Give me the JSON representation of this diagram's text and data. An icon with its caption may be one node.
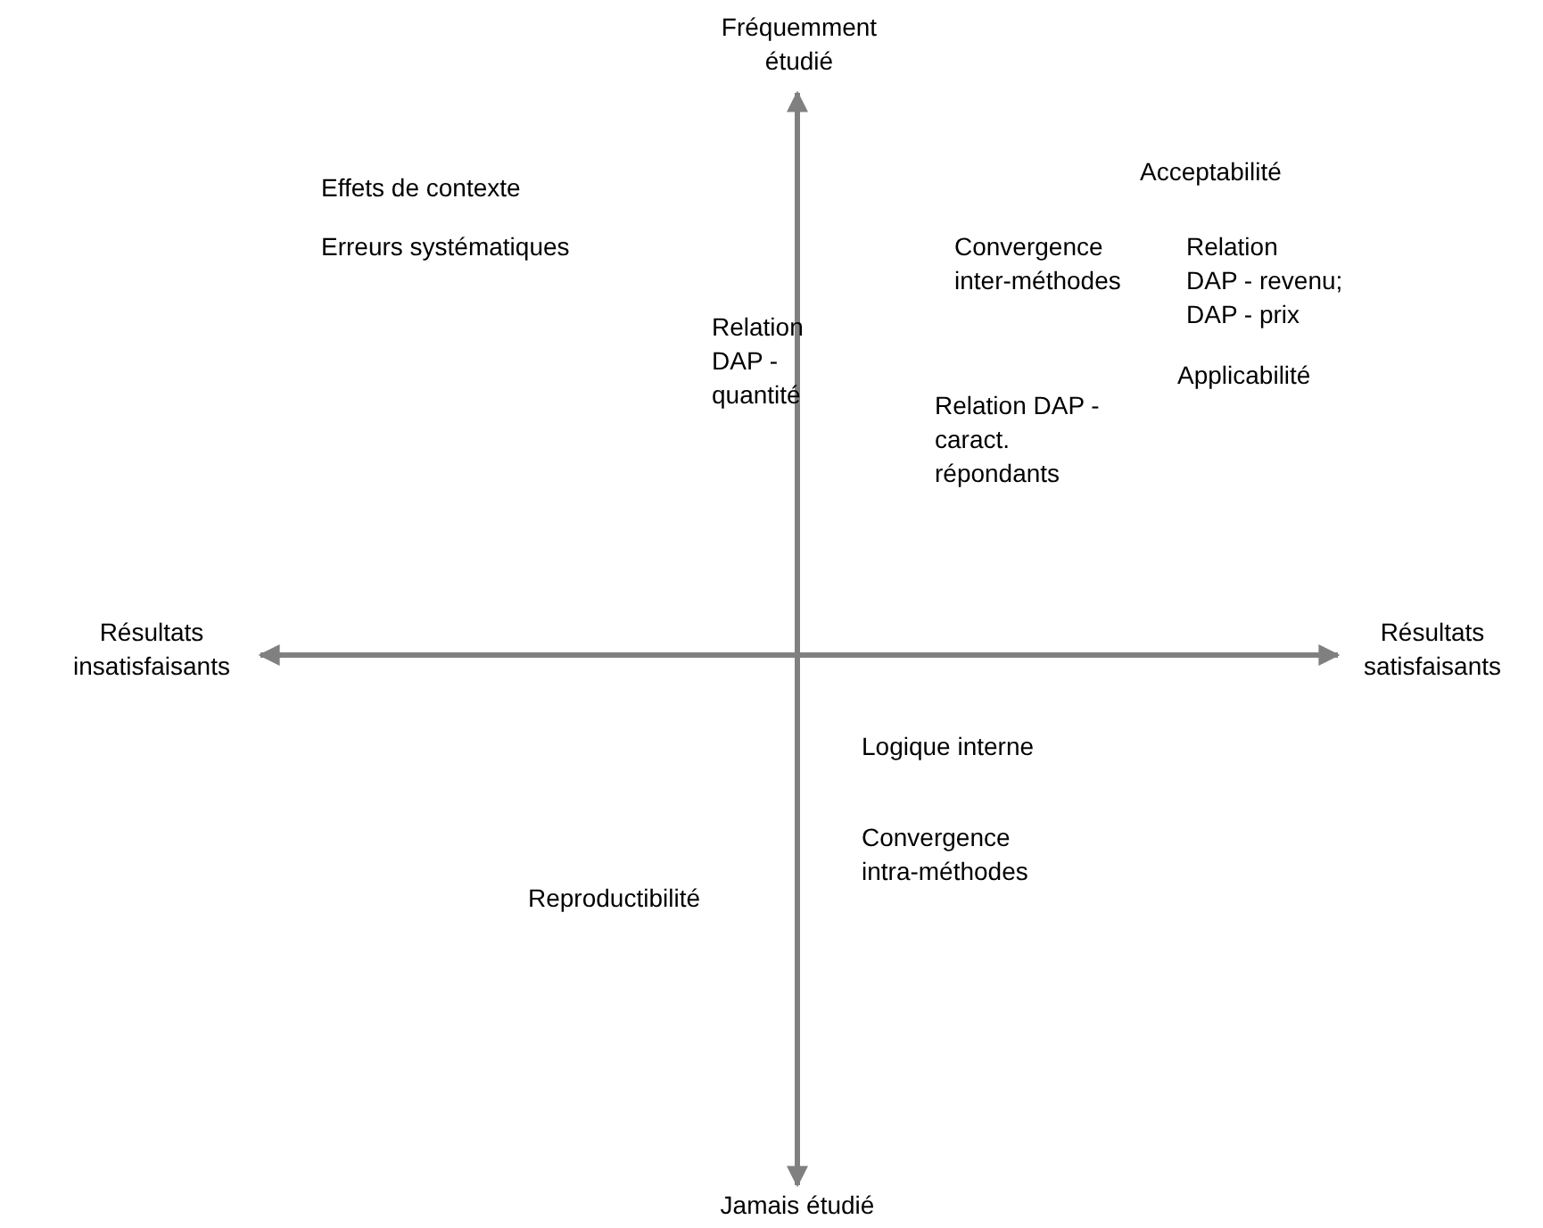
{
  "diagram": {
    "labels": [
      "Fréquemment étudié",
      "Effets de contexte",
      "Acceptabilité",
      "Erreurs systématiques",
      "Convergence inter-méthodes",
      "Relation DAP - revenu; DAP - prix",
      "Relation DAP - quantité",
      "Applicabilité",
      "Relation DAP - caract. répondants",
      "Résultats insatisfaisants",
      "Résultats satisfaisants",
      "Logique interne",
      "Convergence intra-méthodes",
      "Reproductibilité",
      "Jamais étudié"
    ]
  }
}
